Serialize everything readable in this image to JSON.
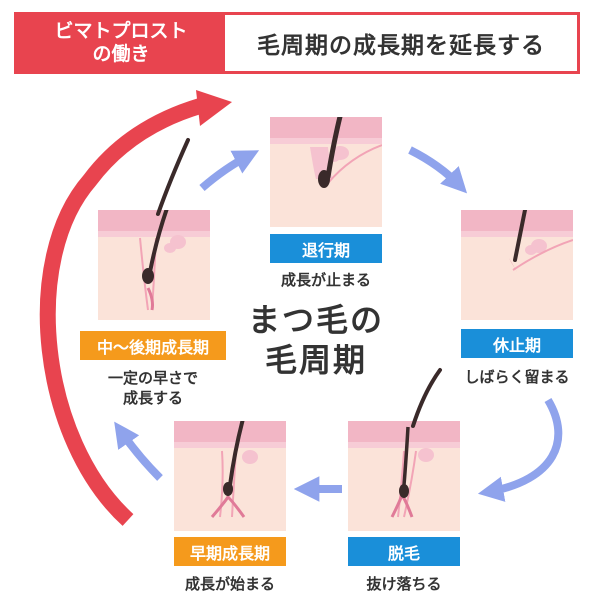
{
  "header": {
    "label_line1": "ビマトプロスト",
    "label_line2": "の働き",
    "title": "毛周期の成長期を延長する"
  },
  "center_title": {
    "line1": "まつ毛の",
    "line2": "毛周期"
  },
  "stages": [
    {
      "id": "catagen",
      "label": "退行期",
      "caption": "成長が止まる",
      "label_color": "#1a8fd9"
    },
    {
      "id": "telogen",
      "label": "休止期",
      "caption": "しばらく留まる",
      "label_color": "#1a8fd9"
    },
    {
      "id": "shedding",
      "label": "脱毛",
      "caption": "抜け落ちる",
      "label_color": "#1a8fd9"
    },
    {
      "id": "early-anagen",
      "label": "早期成長期",
      "caption": "成長が始まる",
      "label_color": "#f59a1c"
    },
    {
      "id": "mid-late-anagen",
      "label": "中～後期成長期",
      "caption_line1": "一定の早さで",
      "caption_line2": "成長する",
      "label_color": "#f59a1c"
    }
  ],
  "colors": {
    "accent_red": "#e8444f",
    "stage_blue": "#1a8fd9",
    "stage_orange": "#f59a1c",
    "arrow_blue": "#8fa3ec",
    "skin_pink": "#f2b6c5",
    "tissue": "#fbe3d9"
  }
}
